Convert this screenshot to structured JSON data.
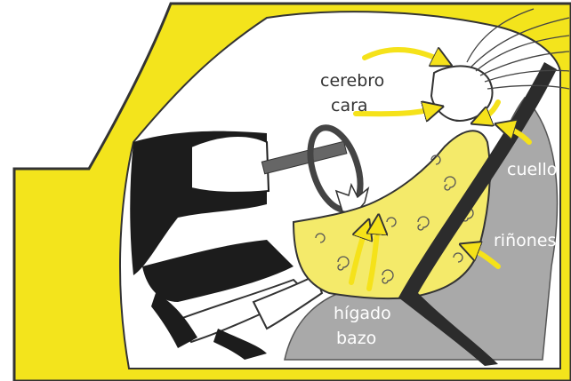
{
  "labels": {
    "cerebro": "cerebro",
    "cara": "cara",
    "cuello": "cuello",
    "rinones": "riñones",
    "higado": "hígado",
    "bazo": "bazo"
  },
  "colors": {
    "car_body": "#f3e41c",
    "outline": "#333333",
    "seat": "#a9a9a9",
    "torso": "#f4ea6a",
    "arrow": "#f5e21a",
    "dark": "#1c1c1c"
  },
  "icons": {
    "arrow": "arrow-icon",
    "spiral": "spiral-icon"
  }
}
